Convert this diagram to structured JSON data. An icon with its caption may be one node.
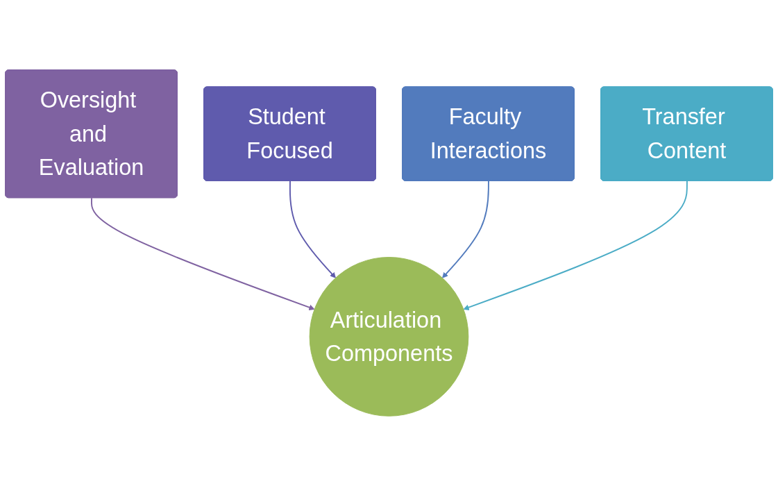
{
  "diagram": {
    "nodes": [
      {
        "text": [
          "Student Focused"
        ]
      },
      {
        "text": [
          "Faculty Interactions"
        ]
      },
      {
        "text": [
          "Oversight and Evaluation"
        ]
      },
      {
        "text": [
          "Transfer Content"
        ]
      },
      {
        "text": [
          "Articulation Components"
        ]
      }
    ],
    "edges": [
      {
        "from": 2,
        "to": 4,
        "arrow": "to",
        "color": "#7f62a1"
      },
      {
        "from": 0,
        "to": 4,
        "arrow": "to",
        "color": "#5f5bad"
      },
      {
        "from": 1,
        "to": 4,
        "arrow": "to",
        "color": "#527bbd"
      },
      {
        "from": 3,
        "to": 4,
        "arrow": "to",
        "color": "#4bacc6"
      }
    ]
  }
}
